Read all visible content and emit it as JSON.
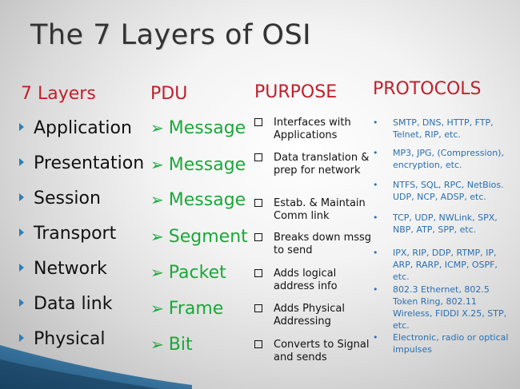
{
  "title": "The 7 Layers of OSI",
  "headers": {
    "layers": "7 Layers",
    "pdu": "PDU",
    "purpose": "PURPOSE",
    "protocols": "PROTOCOLS"
  },
  "colors": {
    "heading": "#c0202c",
    "pdu": "#1aa83a",
    "protocols": "#2a6fb0",
    "bullet": "#2c7fb8",
    "corner_band": "#2f6a94"
  },
  "layers": [
    "Application",
    "Presentation",
    "Session",
    "Transport",
    "Network",
    "Data link",
    "Physical"
  ],
  "pdus": [
    "Message",
    "Message",
    "Message",
    "Segment",
    "Packet",
    "Frame",
    "Bit"
  ],
  "purposes": [
    "Interfaces with Applications",
    "Data translation & prep for network",
    "Estab. & Maintain Comm  link",
    "Breaks down mssg to send",
    "Adds logical address info",
    "Adds Physical Addressing",
    "Converts to Signal and sends"
  ],
  "protocols": [
    "SMTP, DNS, HTTP, FTP, Telnet, RIP, etc.",
    "MP3, JPG, (Compression), encryption, etc.",
    "NTFS, SQL, RPC, NetBios. UDP, NCP, ADSP, etc.",
    "TCP, UDP, NWLink, SPX, NBP, ATP, SPP, etc.",
    "IPX, RIP, DDP, RTMP, IP, ARP, RARP, ICMP, OSPF, etc.",
    "802.3 Ethernet, 802.5 Token Ring, 802.11 Wireless, FIDDI X.25, STP, etc.",
    "Electronic, radio or optical impulses"
  ]
}
